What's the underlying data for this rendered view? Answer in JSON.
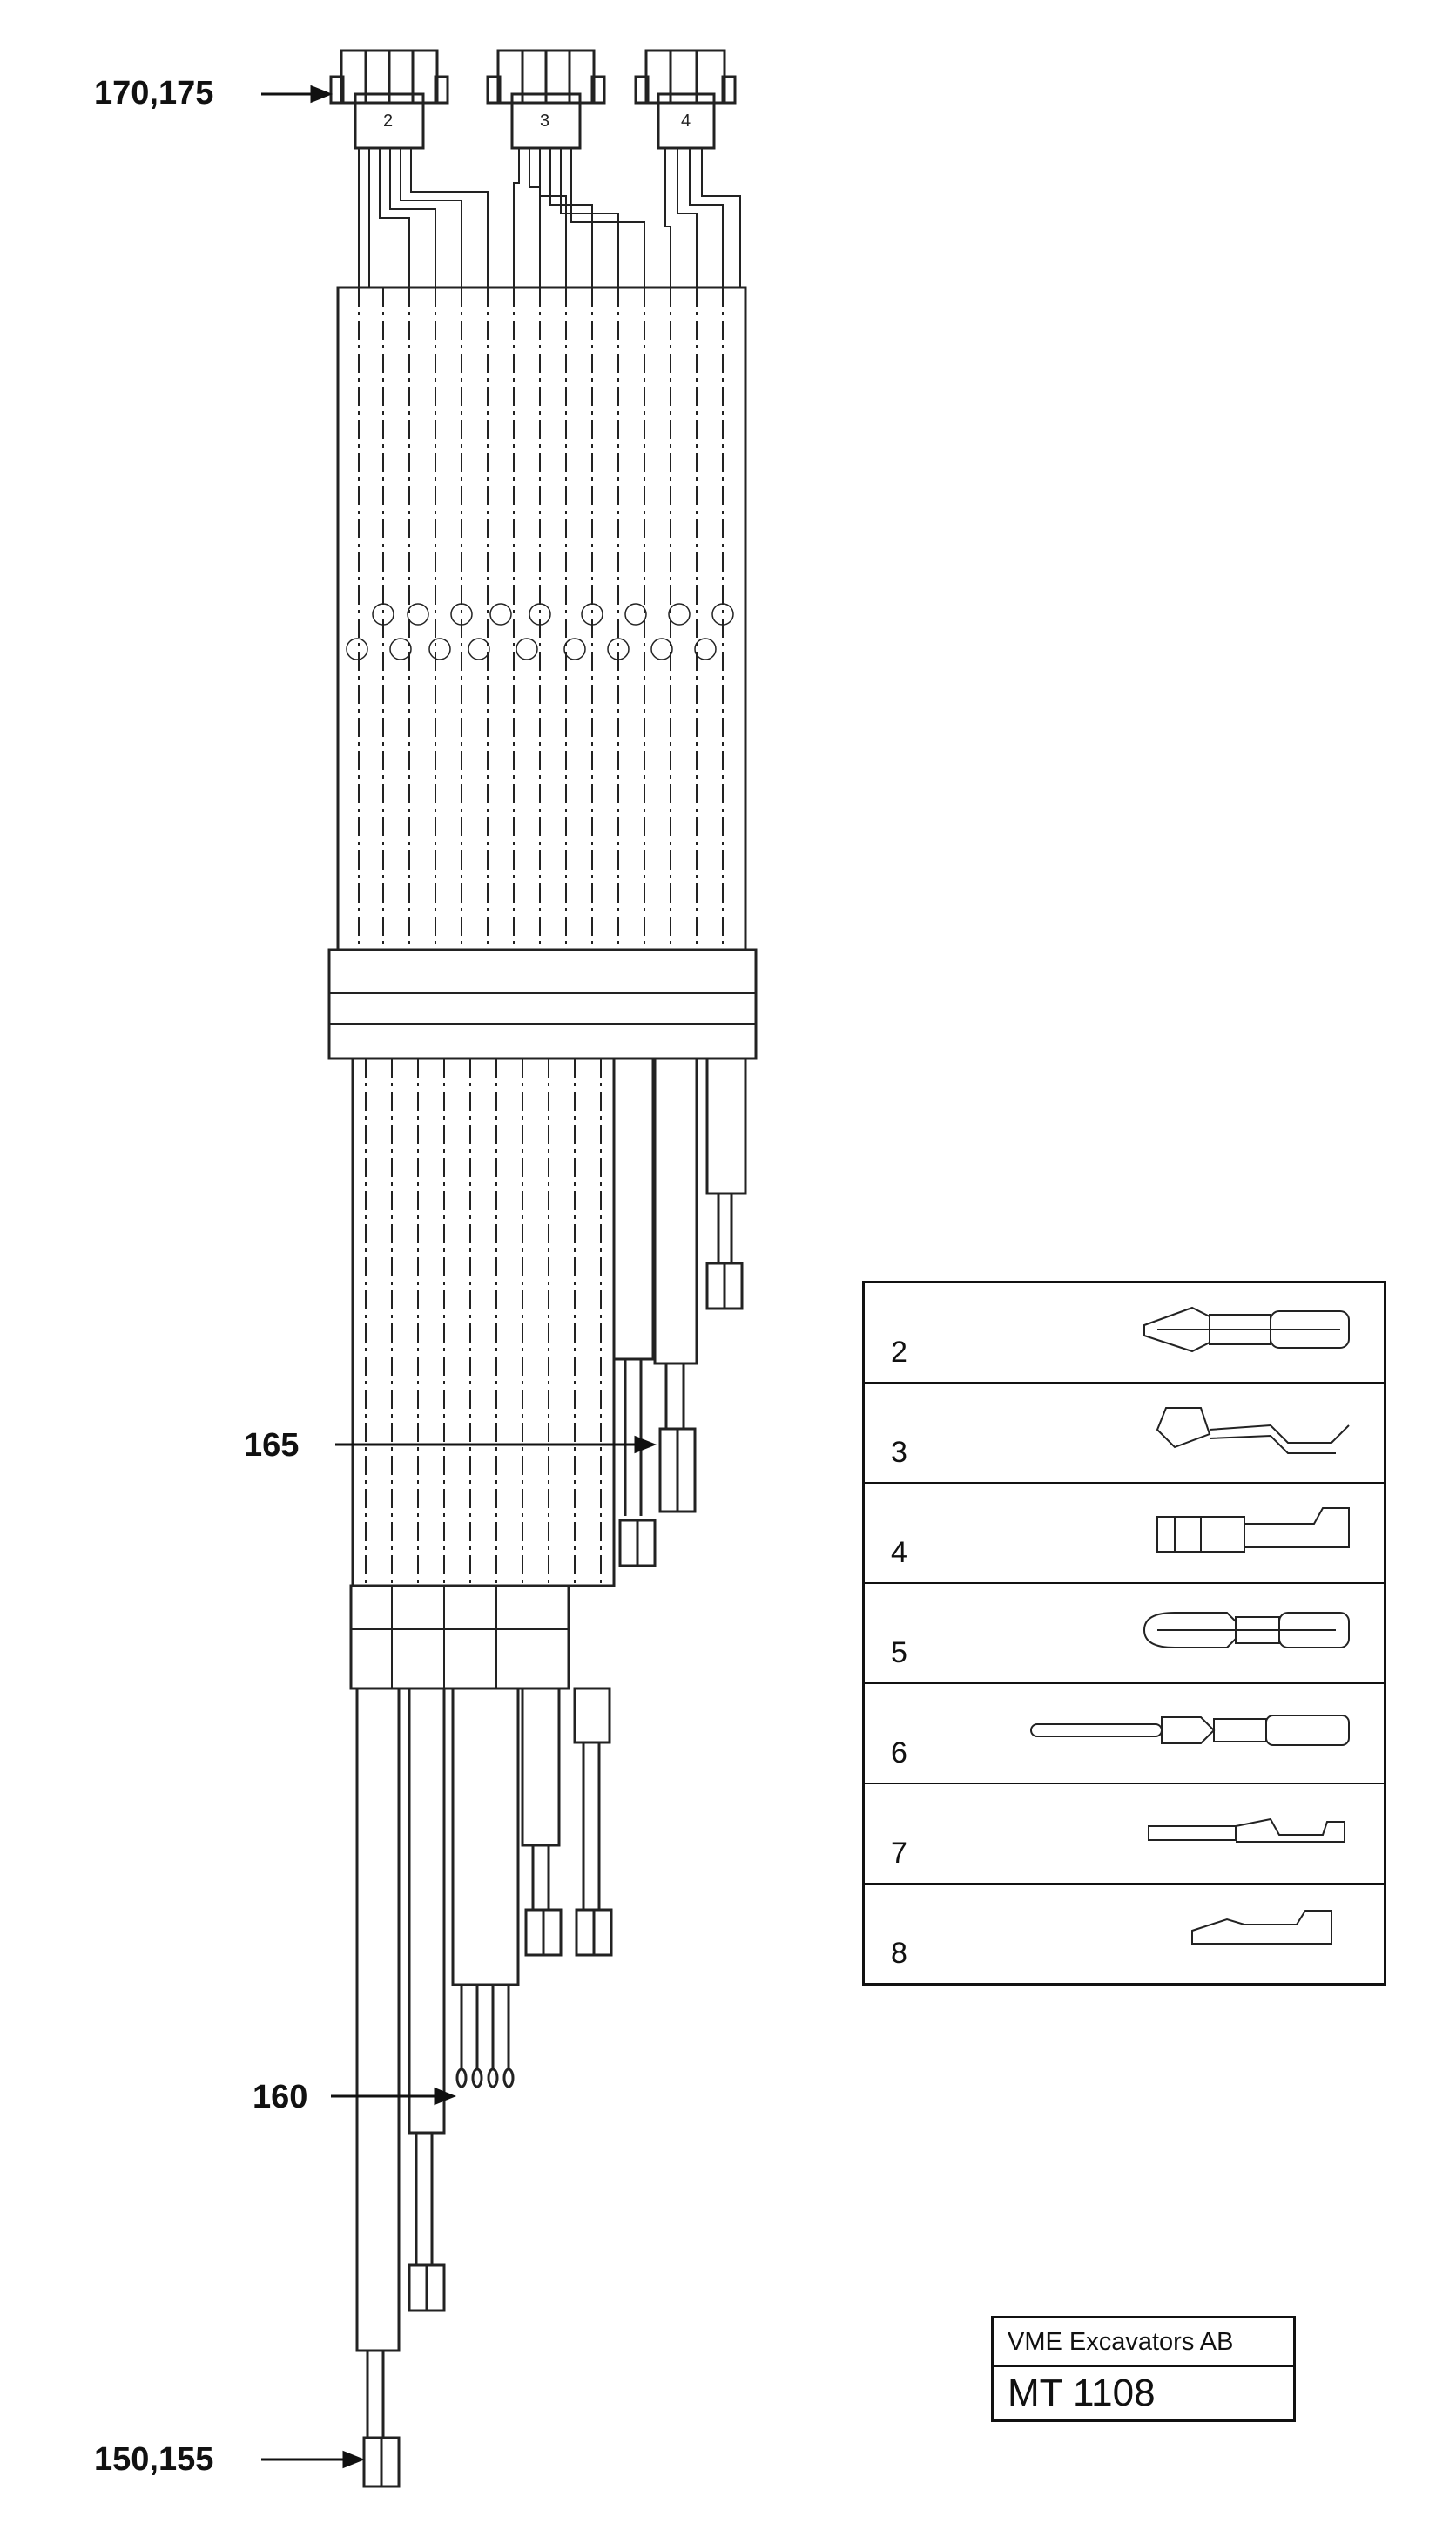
{
  "callouts": {
    "top_connectors": "170,175",
    "mid_connector": "165",
    "pin_terminals": "160",
    "bottom_connector": "150,155"
  },
  "connector_labels": [
    "2",
    "3",
    "4"
  ],
  "legend": {
    "rows": [
      {
        "number": "2",
        "icon": "terminal-socket-icon"
      },
      {
        "number": "3",
        "icon": "terminal-flag-icon"
      },
      {
        "number": "4",
        "icon": "terminal-tab-icon"
      },
      {
        "number": "5",
        "icon": "terminal-socket-long-icon"
      },
      {
        "number": "6",
        "icon": "terminal-pin-icon"
      },
      {
        "number": "7",
        "icon": "terminal-blade-icon"
      },
      {
        "number": "8",
        "icon": "terminal-blade-short-icon"
      }
    ]
  },
  "title_block": {
    "company": "VME Excavators AB",
    "code": "MT 1108"
  }
}
